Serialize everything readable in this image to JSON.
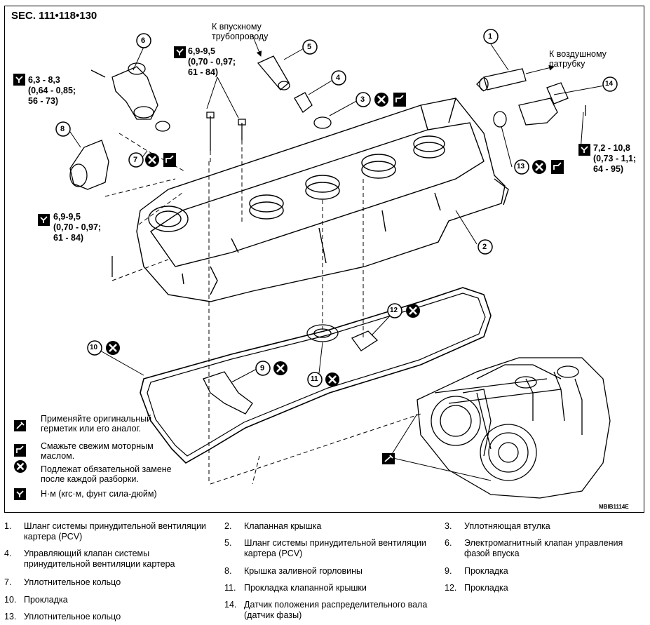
{
  "sec": "SEC. 111•118•130",
  "code": "MBIB1114E",
  "callouts": {
    "intake": "К впускному\nтрубопроводу",
    "air": "К воздушному\nпатрубку",
    "torque_a": "6,9-9,5\n(0,70 - 0,97;\n61 - 84)",
    "torque_b": "6,3 - 8,3\n(0,64 - 0,85;\n56 - 73)",
    "torque_c": "7,2 - 10,8\n(0,73 - 1,1;\n64 - 95)",
    "torque_d": "6,9-9,5\n(0,70 - 0,97;\n61 - 84)"
  },
  "part_numbers": [
    "1",
    "2",
    "3",
    "4",
    "5",
    "6",
    "7",
    "8",
    "9",
    "10",
    "11",
    "12",
    "13",
    "14"
  ],
  "legend": [
    {
      "icon": "sealant-icon",
      "text": "Применяйте оригинальный\nгерметик или его аналог."
    },
    {
      "icon": "oil-can-icon",
      "text": "Смажьте свежим моторным\nмаслом."
    },
    {
      "icon": "replace-icon",
      "text": "Подлежат обязательной замене\nпосле каждой разборки."
    },
    {
      "icon": "torque-icon",
      "text": "Н·м (кгс·м, фунт сила-дюйм)"
    }
  ],
  "parts": [
    {
      "num": "1.",
      "name": "Шланг системы принудительной вентиляции картера (PCV)"
    },
    {
      "num": "2.",
      "name": "Клапанная крышка"
    },
    {
      "num": "3.",
      "name": "Уплотняющая втулка"
    },
    {
      "num": "4.",
      "name": "Управляющий клапан системы принудительной вентиляции картера"
    },
    {
      "num": "5.",
      "name": "Шланг системы принудительной вентиляции картера (PCV)"
    },
    {
      "num": "6.",
      "name": "Электромагнитный клапан управления фазой впуска"
    },
    {
      "num": "7.",
      "name": "Уплотнительное кольцо"
    },
    {
      "num": "8.",
      "name": "Крышка заливной горловины"
    },
    {
      "num": "9.",
      "name": "Прокладка"
    },
    {
      "num": "10.",
      "name": "Прокладка"
    },
    {
      "num": "11.",
      "name": "Прокладка клапанной крышки"
    },
    {
      "num": "12.",
      "name": "Прокладка"
    },
    {
      "num": "13.",
      "name": "Уплотнительное кольцо"
    },
    {
      "num": "14.",
      "name": "Датчик положения распределительного вала (датчик фазы)"
    }
  ]
}
